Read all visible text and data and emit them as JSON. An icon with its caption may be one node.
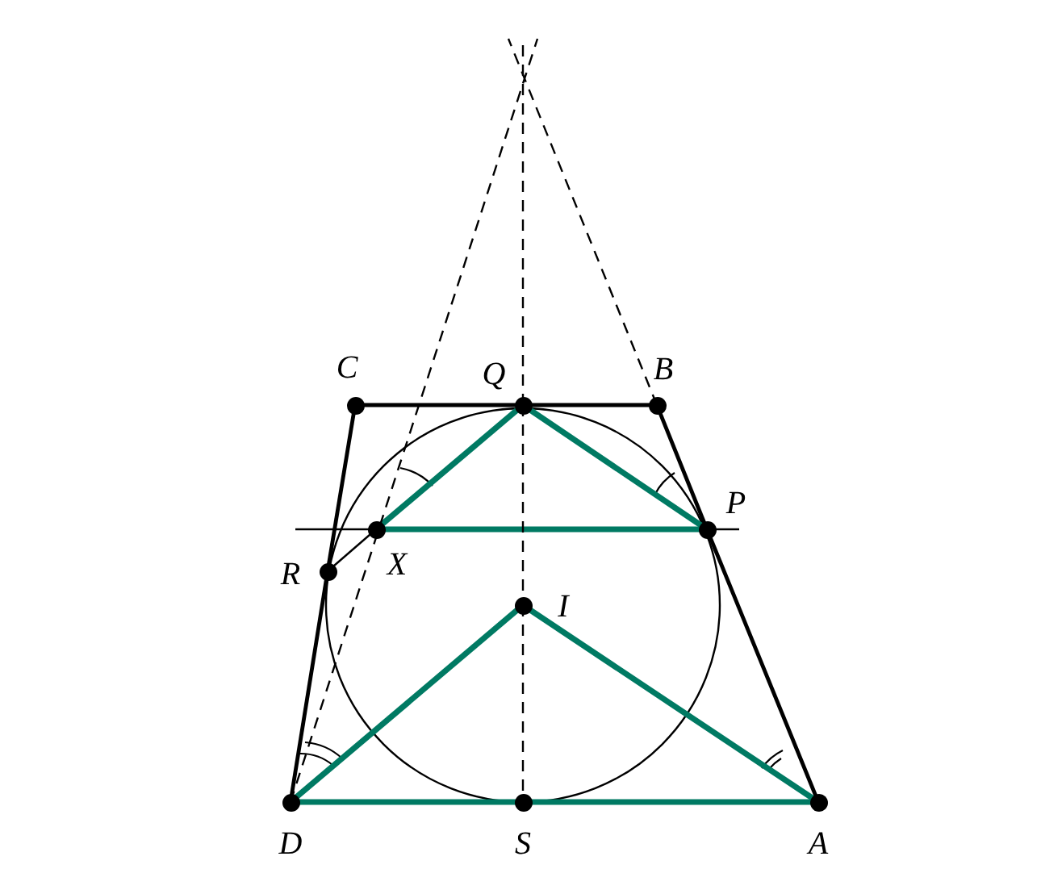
{
  "diagram": {
    "nodes": [
      {
        "text": [
          "C"
        ]
      },
      {
        "text": [
          "Q"
        ]
      },
      {
        "text": [
          "B"
        ]
      },
      {
        "text": [
          "P"
        ]
      },
      {
        "text": [
          "X"
        ]
      },
      {
        "text": [
          "R"
        ]
      },
      {
        "text": [
          "I"
        ]
      },
      {
        "text": [
          "D"
        ]
      },
      {
        "text": [
          "S"
        ]
      },
      {
        "text": [
          "A"
        ]
      }
    ],
    "edges": [
      {
        "from": 0,
        "to": 1,
        "arrow": "none"
      },
      {
        "from": 1,
        "to": 2,
        "arrow": "none"
      },
      {
        "from": 2,
        "to": 3,
        "arrow": "none"
      },
      {
        "from": 3,
        "to": 9,
        "arrow": "none"
      },
      {
        "from": 0,
        "to": 5,
        "arrow": "none"
      },
      {
        "from": 5,
        "to": 7,
        "arrow": "none"
      },
      {
        "from": 7,
        "to": 8,
        "arrow": "none",
        "color": "#007a63"
      },
      {
        "from": 8,
        "to": 9,
        "arrow": "none",
        "color": "#007a63"
      },
      {
        "from": 1,
        "to": 4,
        "arrow": "none",
        "color": "#007a63"
      },
      {
        "from": 4,
        "to": 3,
        "arrow": "none",
        "color": "#007a63"
      },
      {
        "from": 1,
        "to": 3,
        "arrow": "none",
        "color": "#007a63"
      },
      {
        "from": 7,
        "to": 6,
        "arrow": "none",
        "color": "#007a63"
      },
      {
        "from": 6,
        "to": 9,
        "arrow": "none",
        "color": "#007a63"
      },
      {
        "from": 5,
        "to": 4,
        "arrow": "none"
      },
      {
        "from": 1,
        "to": 6,
        "arrow": "none",
        "style": "dashed"
      },
      {
        "from": 6,
        "to": 8,
        "arrow": "none",
        "style": "dashed"
      },
      {
        "from": 7,
        "to": null,
        "arrow": "none",
        "style": "dashed"
      },
      {
        "from": 2,
        "to": null,
        "arrow": "none",
        "style": "dashed"
      },
      {
        "from": 1,
        "to": null,
        "arrow": "none",
        "style": "dashed"
      }
    ]
  }
}
